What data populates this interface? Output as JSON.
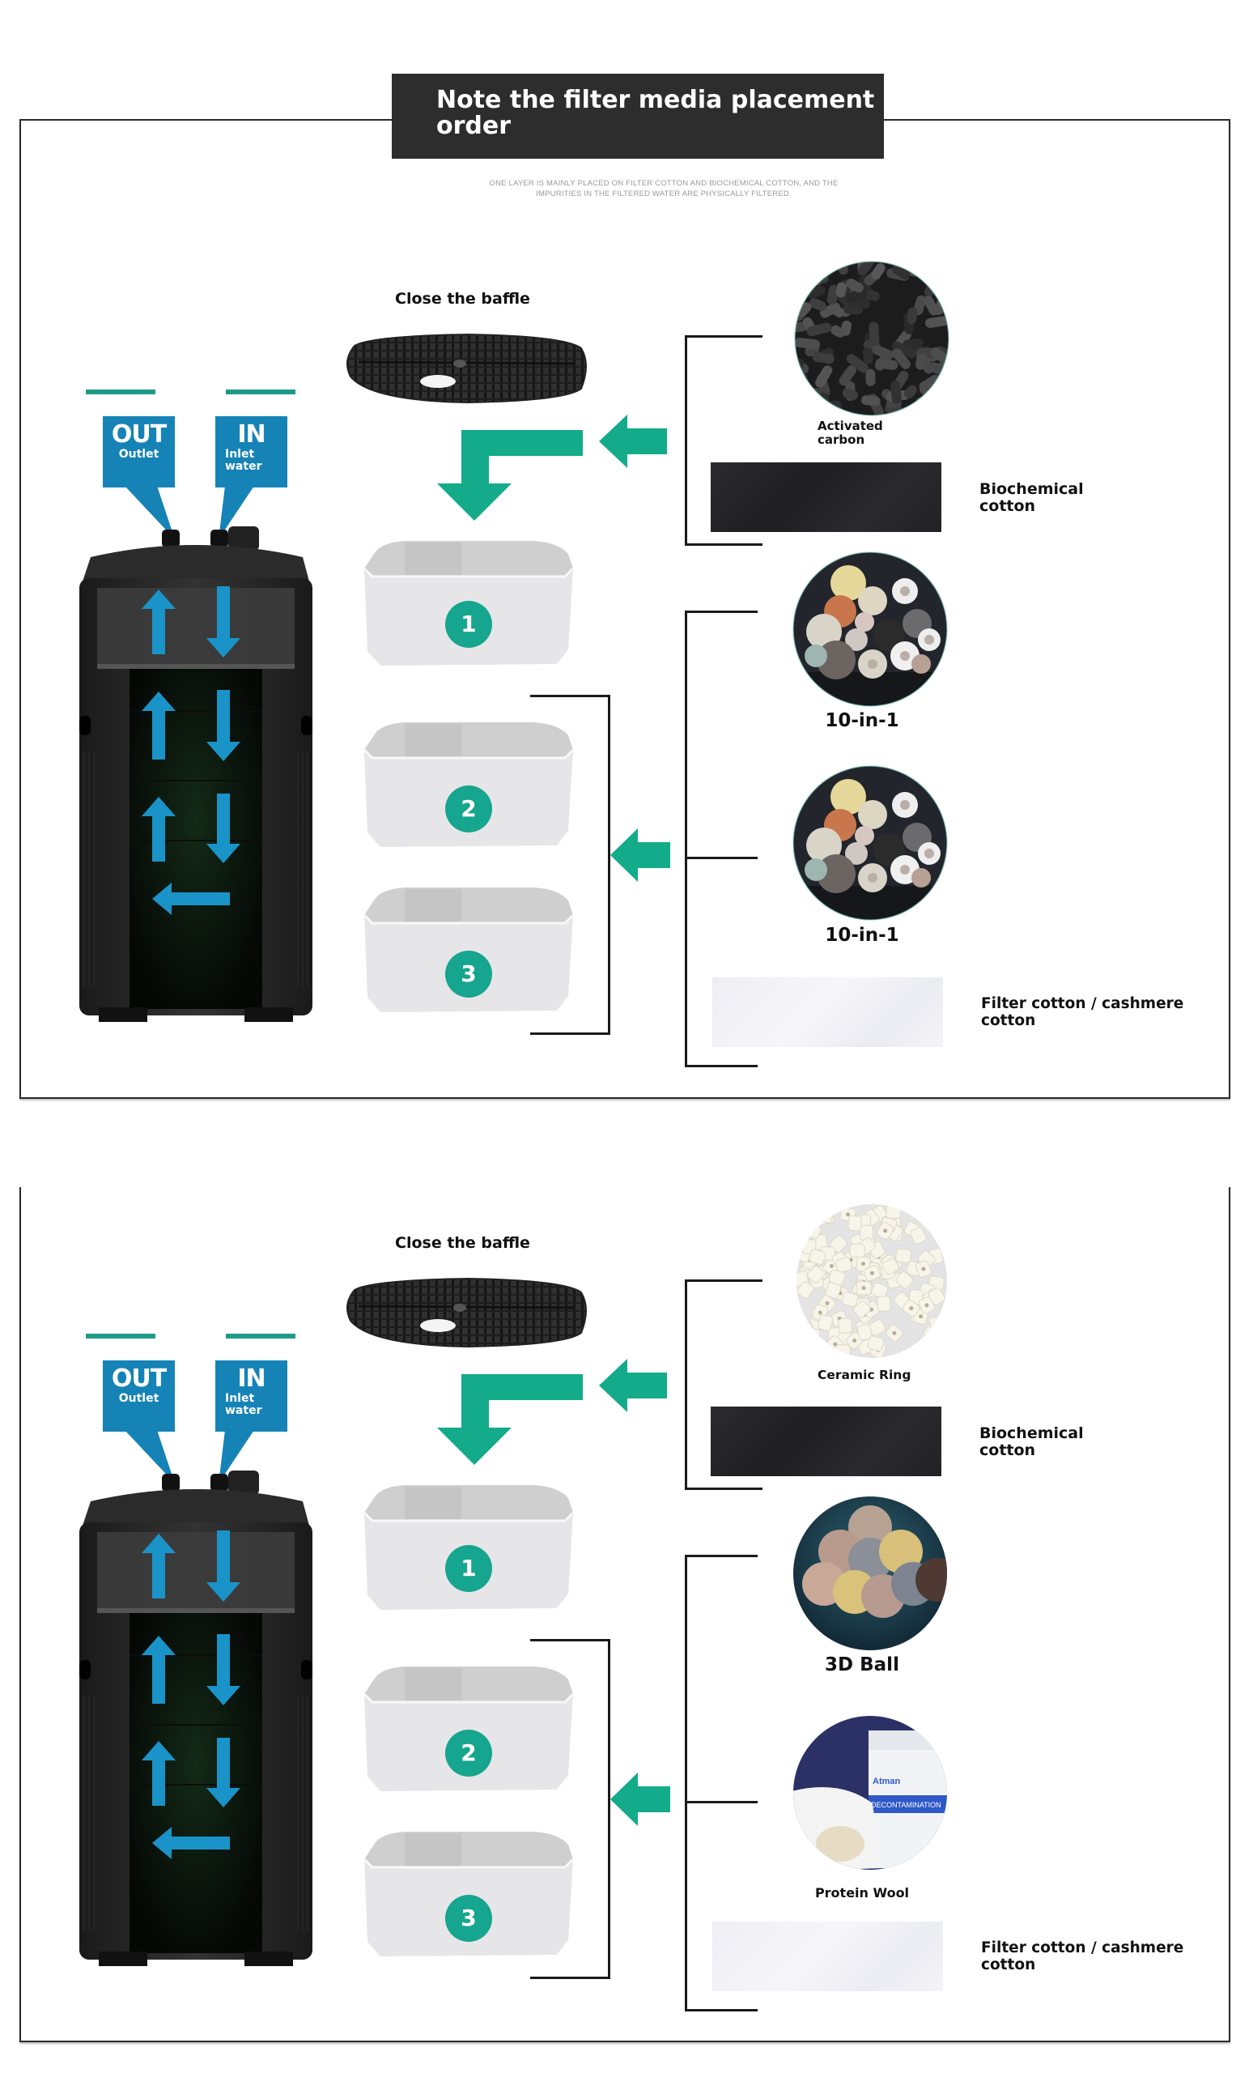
{
  "header": {
    "title": "Note the filter media placement order",
    "subtitle_line1": "ONE LAYER IS MAINLY PLACED ON FILTER COTTON AND BIOCHEMICAL COTTON, AND THE",
    "subtitle_line2": "IMPURITIES IN THE FILTERED WATER ARE PHYSICALLY FILTERED."
  },
  "colors": {
    "teal_arrow": "#13ab8a",
    "port_blue": "#1583b6",
    "flow_arrow_blue": "#1a93c8",
    "title_bg": "#2d2d2d",
    "badge_teal": "#16a58f"
  },
  "panels": [
    {
      "close_baffle_label": "Close the baffle",
      "ports": {
        "out": {
          "big": "OUT",
          "sub": "Outlet"
        },
        "in": {
          "big": "IN",
          "sub_line1": "Inlet",
          "sub_line2": "water"
        }
      },
      "baskets": [
        "1",
        "2",
        "3"
      ],
      "top_group": {
        "circle_media": {
          "label_line1": "Activated",
          "label_line2": "carbon",
          "image": "activated-carbon"
        },
        "pad_media": {
          "label_line1": "Biochemical",
          "label_line2": "cotton",
          "image": "biochemical-cotton-pad"
        }
      },
      "bottom_group": {
        "circle_media_1": {
          "label": "10-in-1",
          "image": "10-in-1-media"
        },
        "circle_media_2": {
          "label": "10-in-1",
          "image": "10-in-1-media"
        },
        "pad_media": {
          "label_line1": "Filter cotton / cashmere",
          "label_line2": "cotton",
          "image": "filter-cotton-pad"
        }
      }
    },
    {
      "close_baffle_label": "Close the baffle",
      "ports": {
        "out": {
          "big": "OUT",
          "sub": "Outlet"
        },
        "in": {
          "big": "IN",
          "sub_line1": "Inlet",
          "sub_line2": "water"
        }
      },
      "baskets": [
        "1",
        "2",
        "3"
      ],
      "top_group": {
        "circle_media": {
          "label": "Ceramic Ring",
          "image": "ceramic-ring"
        },
        "pad_media": {
          "label_line1": "Biochemical",
          "label_line2": "cotton",
          "image": "biochemical-cotton-pad"
        }
      },
      "bottom_group": {
        "circle_media_1": {
          "label": "3D Ball",
          "image": "3d-ball-media"
        },
        "circle_media_2": {
          "label": "Protein Wool",
          "image": "protein-wool",
          "jar_brand": "Atman",
          "jar_text": "DECONTAMINATION"
        },
        "pad_media": {
          "label_line1": "Filter cotton / cashmere",
          "label_line2": "cotton",
          "image": "filter-cotton-pad"
        }
      }
    }
  ]
}
